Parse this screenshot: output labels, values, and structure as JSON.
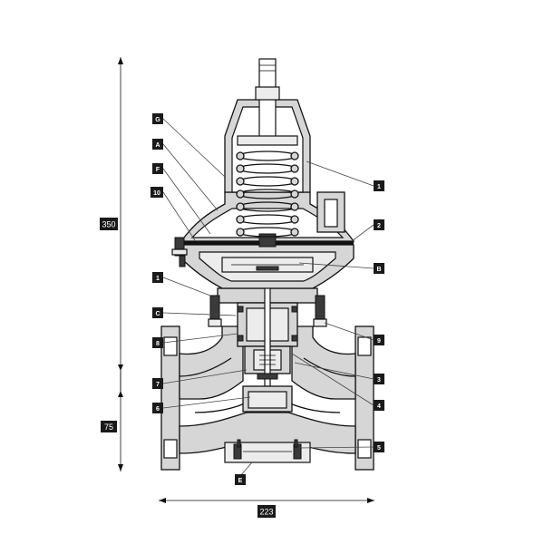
{
  "dimensions": {
    "height_total": "350",
    "height_lower": "75",
    "width_total": "223"
  },
  "labels_left": [
    "G",
    "A",
    "F",
    "10",
    "1",
    "C",
    "8",
    "7",
    "6"
  ],
  "labels_right": [
    "1",
    "2",
    "B",
    "9",
    "3",
    "4",
    "5"
  ],
  "label_bottom": "E",
  "colors": {
    "ink": "#111111",
    "body": "#d6d6d6",
    "tag": "#1a1a1a"
  }
}
